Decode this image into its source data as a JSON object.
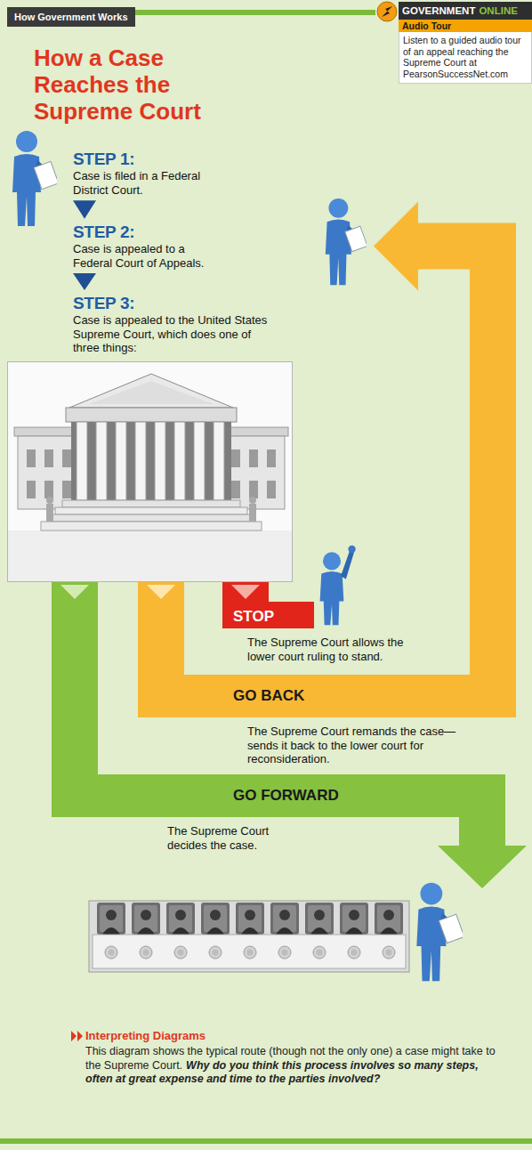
{
  "diagram": {
    "title": "How a Case Reaches the Supreme Court",
    "nodes": [
      {
        "text": [
          "GOVERNMENT",
          "ONLINE",
          "Audio Tour",
          "Listen to a guided audio tour of an appeal reaching the Supreme Court at PearsonSuccessNet.com"
        ]
      },
      {
        "text": [
          "STEP 1:",
          "Case is filed in a Federal District Court."
        ]
      },
      {
        "text": [
          "STEP 2:",
          "Case is appealed to a Federal Court of Appeals."
        ]
      },
      {
        "text": [
          "STEP 3:",
          "Case is appealed to the United States Supreme Court, which does one of three things:"
        ]
      },
      {
        "text": [
          "STOP",
          "The Supreme Court allows the lower court ruling to stand."
        ]
      },
      {
        "text": [
          "GO BACK",
          "The Supreme Court remands the case— sends it back to the lower court for reconsideration."
        ]
      },
      {
        "text": [
          "GO FORWARD",
          "The Supreme Court decides the case."
        ]
      }
    ],
    "edges": [
      {
        "from": 1,
        "to": 2,
        "arrow": "to"
      },
      {
        "from": 2,
        "to": 3,
        "arrow": "to"
      },
      {
        "from": 3,
        "to": 4,
        "arrow": "to"
      },
      {
        "from": 3,
        "to": 5,
        "arrow": "to"
      },
      {
        "from": 5,
        "to": 2,
        "arrow": "to"
      },
      {
        "from": 3,
        "to": 6,
        "arrow": "to"
      }
    ],
    "labels": [
      "How Government Works",
      "Interpreting Diagrams",
      "This diagram shows the typical route (though not the only one) a case might take to the Supreme Court.",
      "Why do you think this process involves so many steps, often at great expense and time to the parties involved?"
    ]
  }
}
